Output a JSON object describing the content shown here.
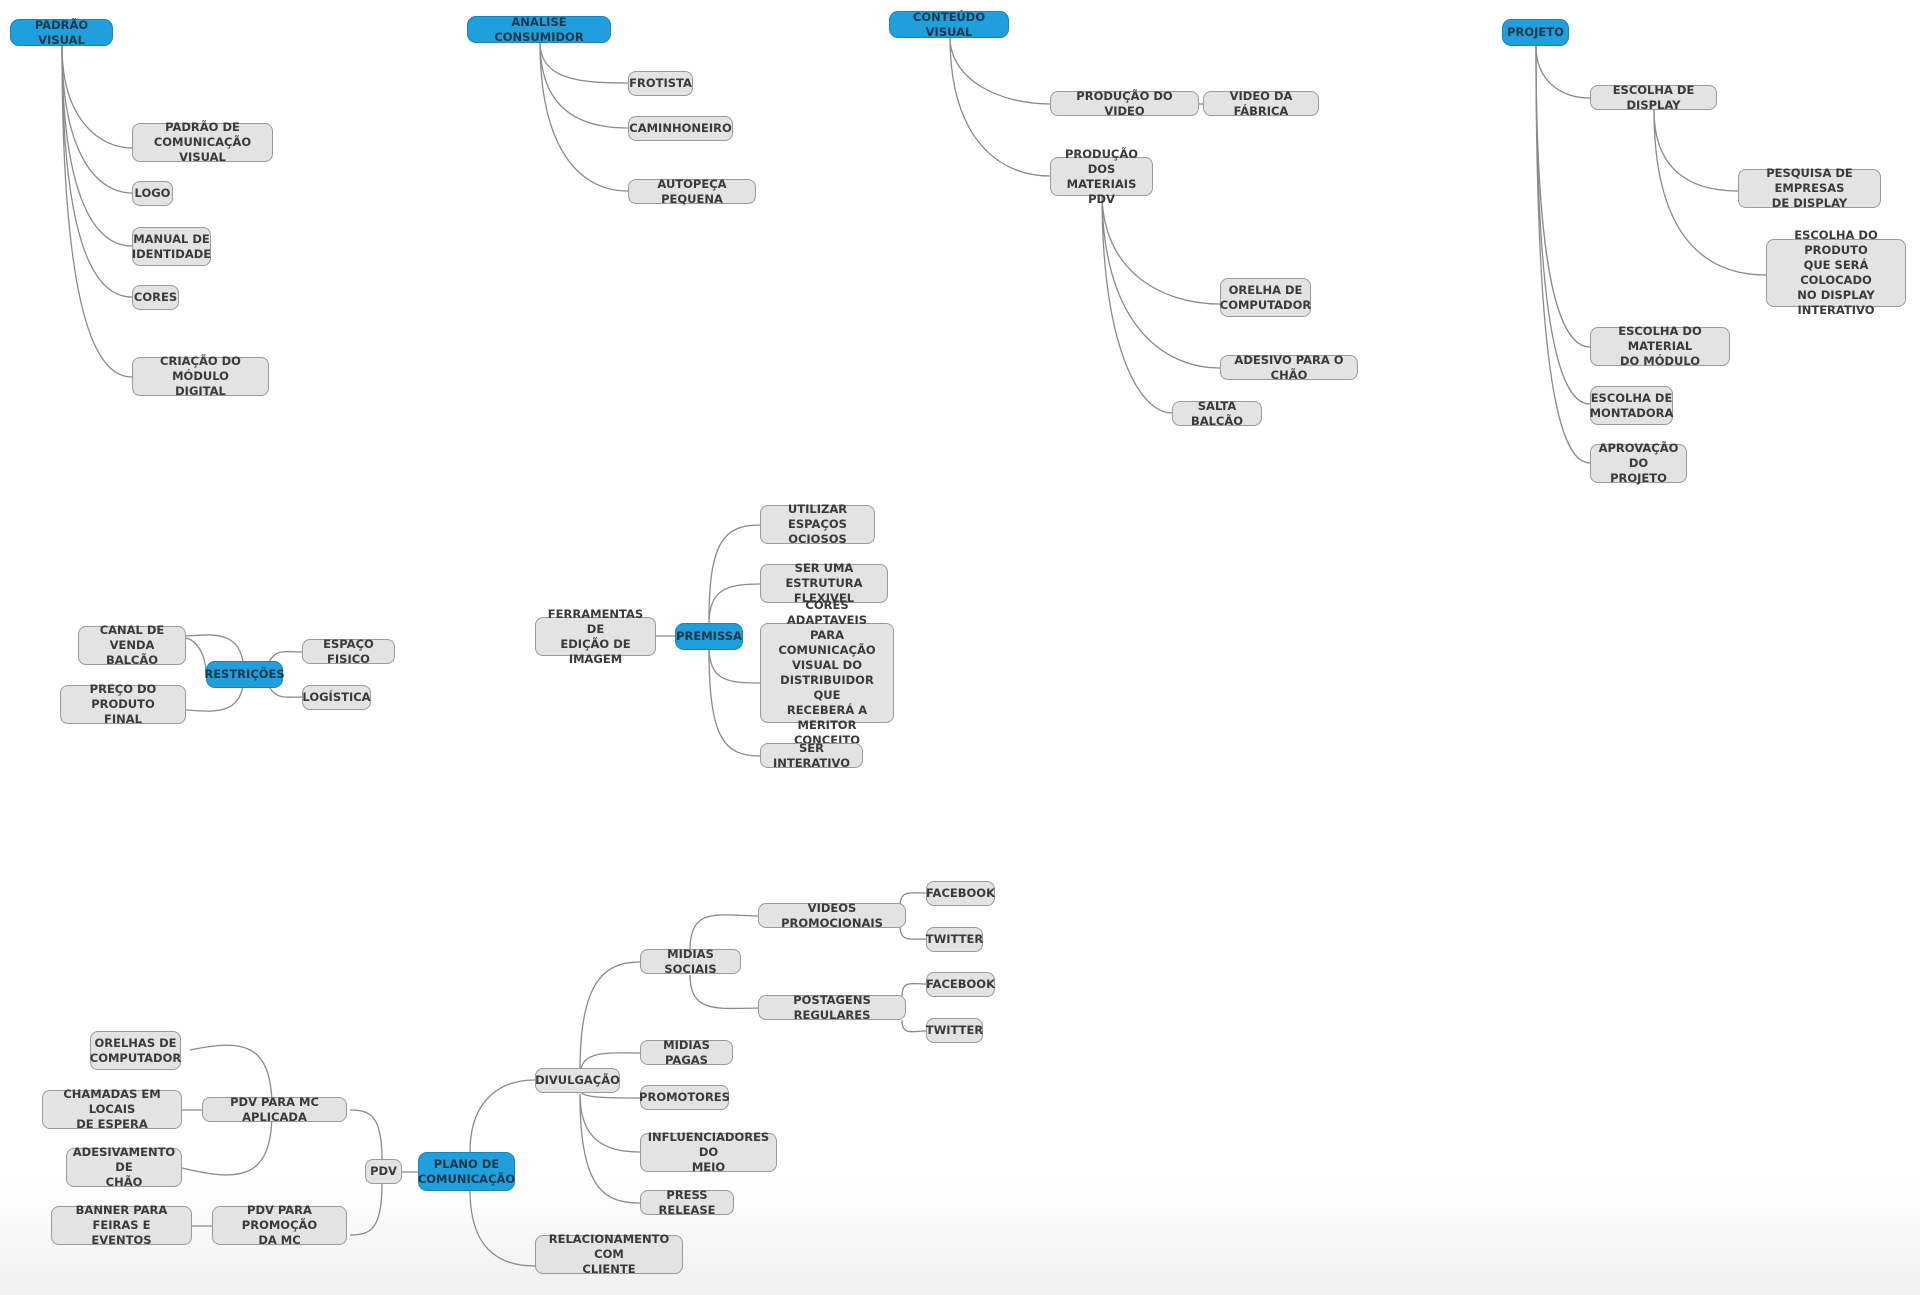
{
  "nodes": {
    "padrao_visual": "PADRÃO VISUAL",
    "padrao_comunicacao": "PADRÃO DE\nCOMUNICAÇÃO VISUAL",
    "logo": "LOGO",
    "manual_identidade": "MANUAL DE\nIDENTIDADE",
    "cores": "CORES",
    "criacao_modulo": "CRIAÇÃO DO MÓDULO\nDIGITAL",
    "analise_consumidor": "ANALISE CONSUMIDOR",
    "frotista": "FROTISTA",
    "caminhoneiro": "CAMINHONEIRO",
    "autopeca": "AUTOPEÇA PEQUENA",
    "conteudo_visual": "CONTEÚDO VISUAL",
    "producao_video": "PRODUÇÃO DO VIDEO",
    "video_fabrica": "VIDEO DA FÁBRICA",
    "producao_materiais": "PRODUÇÃO DOS\nMATERIAIS PDV",
    "orelha_computador": "ORELHA DE\nCOMPUTADOR",
    "adesivo_chao": "ADESIVO PARA O CHÃO",
    "salta_balcao": "SALTA BALCÃO",
    "projeto": "PROJETO",
    "escolha_display": "ESCOLHA DE DISPLAY",
    "pesquisa_empresas": "PESQUISA DE EMPRESAS\nDE DISPLAY",
    "escolha_produto": "ESCOLHA DO PRODUTO\nQUE SERÁ COLOCADO\nNO DISPLAY\nINTERATIVO",
    "escolha_material": "ESCOLHA DO MATERIAL\nDO MÓDULO",
    "escolha_montadora": "ESCOLHA DE\nMONTADORA",
    "aprovacao_projeto": "APROVAÇÃO DO\nPROJETO",
    "restricoes": "RESTRIÇÕES",
    "canal_venda": "CANAL DE VENDA\nBALCÃO",
    "preco_produto": "PREÇO DO PRODUTO\nFINAL",
    "espaco_fisico": "ESPAÇO FISICO",
    "logistica": "LOGÍSTICA",
    "premissa": "PREMISSA",
    "ferramentas_edicao": "FERRAMENTAS DE\nEDIÇÃO DE IMAGEM",
    "utilizar_espacos": "UTILIZAR ESPAÇOS\nOCIOSOS",
    "estrutura_flexivel": "SER UMA ESTRUTURA\nFLEXIVEL",
    "cores_adaptaveis": "CORES ADAPTAVEIS\nPARA COMUNICAÇÃO\nVISUAL DO\nDISTRIBUIDOR QUE\nRECEBERÁ A MERITOR\nCONCEITO",
    "ser_interativo": "SER INTERATIVO",
    "plano_comunicacao": "PLANO DE\nCOMUNICAÇÃO",
    "pdv": "PDV",
    "pdv_mc_aplicada": "PDV PARA MC APLICADA",
    "orelhas_computador": "ORELHAS DE\nCOMPUTADOR",
    "chamadas_locais": "CHAMADAS EM LOCAIS\nDE ESPERA",
    "adesivamento_chao": "ADESIVAMENTO DE\nCHÃO",
    "pdv_promocao": "PDV PARA PROMOÇÃO\nDA MC",
    "banner_feiras": "BANNER PARA FEIRAS E\nEVENTOS",
    "divulgacao": "DIVULGAÇÃO",
    "midias_sociais": "MIDIAS SOCIAIS",
    "videos_promocionais": "VIDEOS PROMOCIONAIS",
    "facebook_1": "FACEBOOK",
    "twitter_1": "TWITTER",
    "postagens_regulares": "POSTAGENS REGULARES",
    "facebook_2": "FACEBOOK",
    "twitter_2": "TWITTER",
    "midias_pagas": "MIDIAS PAGAS",
    "promotores": "PROMOTORES",
    "influenciadores": "INFLUENCIADORES DO\nMEIO",
    "press_release": "PRESS RELEASE",
    "relacionamento": "RELACIONAMENTO COM\nCLIENTE"
  },
  "colors": {
    "main_node": "#1fa0dc",
    "sub_node": "#e3e3e3",
    "connector": "#8a8a8a"
  }
}
